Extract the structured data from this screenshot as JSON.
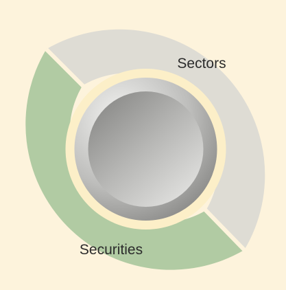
{
  "diagram": {
    "segments": [
      {
        "id": "sectors",
        "label": "Sectors",
        "color": "#DEDCD4"
      },
      {
        "id": "securities",
        "label": "Securities",
        "color": "#B1CBA3"
      }
    ],
    "colors": {
      "background": "#FDF3DC",
      "divider": "#FDF3DC",
      "inner_ring": "#FCEFC8",
      "hub_icon": "sphere-button-icon"
    }
  }
}
